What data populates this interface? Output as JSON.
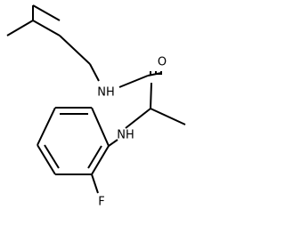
{
  "molecule": {
    "atoms": {
      "oxygen": "O",
      "amide_nitrogen": "NH",
      "amine_nitrogen": "NH",
      "fluorine": "F"
    }
  }
}
